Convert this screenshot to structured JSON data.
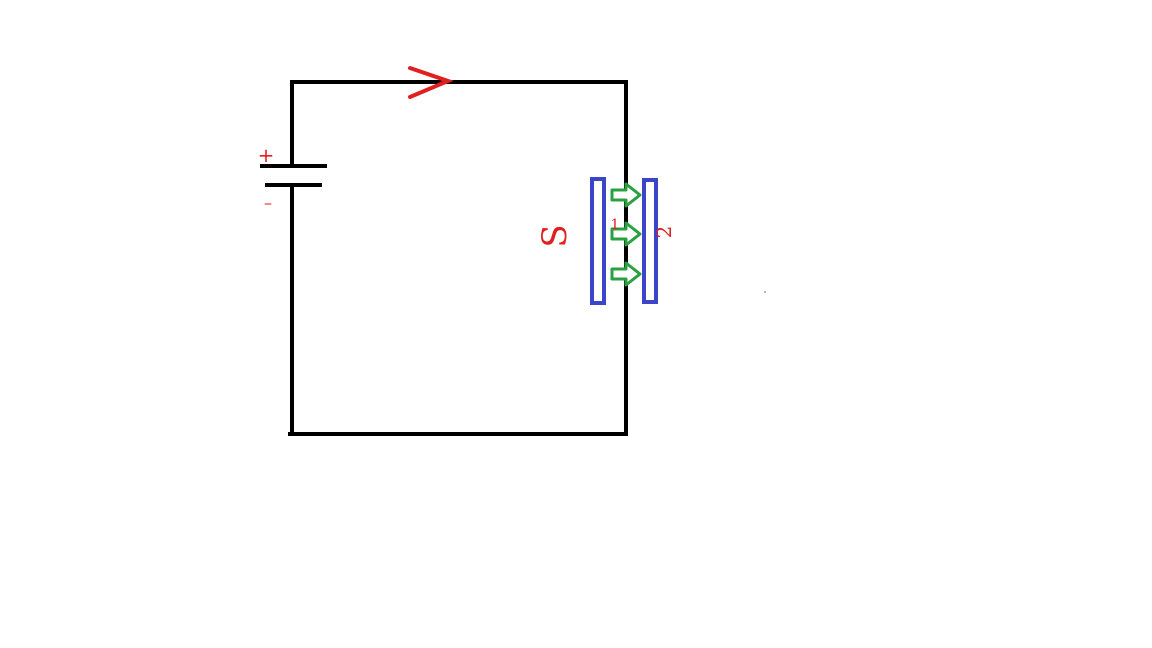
{
  "diagram": {
    "battery": {
      "positive_label": "+",
      "negative_label": "–"
    },
    "capacitor": {
      "left_plate_label": "S",
      "gap_label": "1",
      "right_plate_label": "2"
    },
    "colors": {
      "wire": "#000000",
      "current_arrow": "#e02020",
      "capacitor_plates": "#3a45c8",
      "field_arrows": "#2aa040",
      "labels": "#e02020",
      "background": "#ffffff"
    },
    "field_arrow_count": 3
  }
}
